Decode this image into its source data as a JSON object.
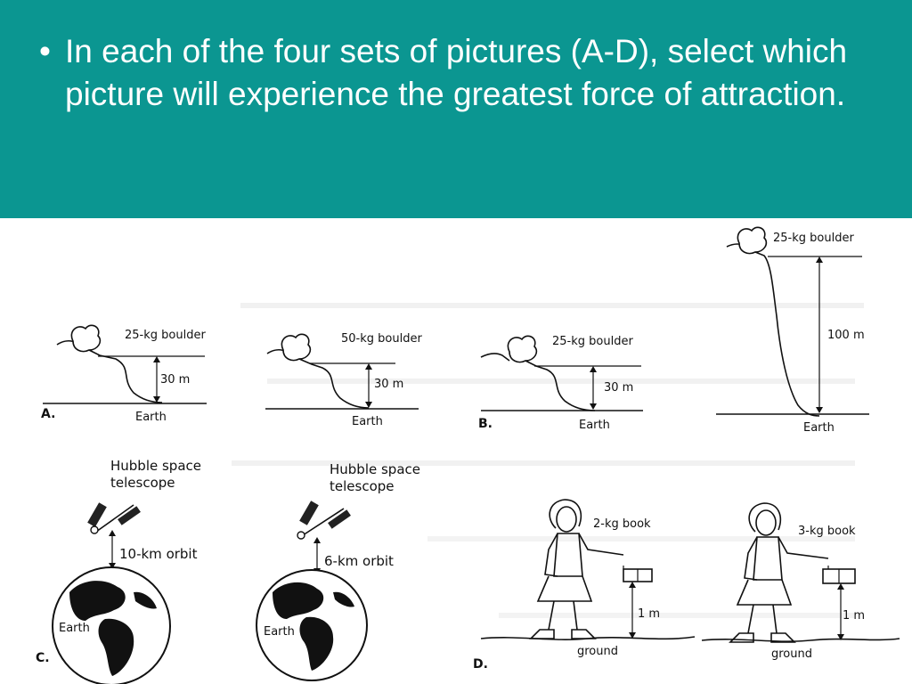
{
  "slide": {
    "bullet_text": "In each of the four sets of pictures (A-D), select which picture will experience the greatest force of attraction.",
    "header_color": "#0b9691"
  },
  "set_a": {
    "letter": "A.",
    "left": {
      "mass": "25-kg boulder",
      "height": "30 m",
      "base": "Earth"
    },
    "right": {
      "mass": "50-kg boulder",
      "height": "30 m",
      "base": "Earth"
    }
  },
  "set_b": {
    "letter": "B.",
    "left": {
      "mass": "25-kg boulder",
      "height": "30 m",
      "base": "Earth"
    },
    "right": {
      "mass": "25-kg boulder",
      "height": "100 m",
      "base": "Earth"
    }
  },
  "set_c": {
    "letter": "C.",
    "left": {
      "object_line1": "Hubble space",
      "object_line2": "telescope",
      "orbit": "10-km orbit",
      "planet": "Earth"
    },
    "right": {
      "object_line1": "Hubble space",
      "object_line2": "telescope",
      "orbit": "6-km orbit",
      "planet": "Earth"
    }
  },
  "set_d": {
    "letter": "D.",
    "left": {
      "mass": "2-kg book",
      "height": "1 m",
      "base": "ground"
    },
    "right": {
      "mass": "3-kg book",
      "height": "1 m",
      "base": "ground"
    }
  }
}
